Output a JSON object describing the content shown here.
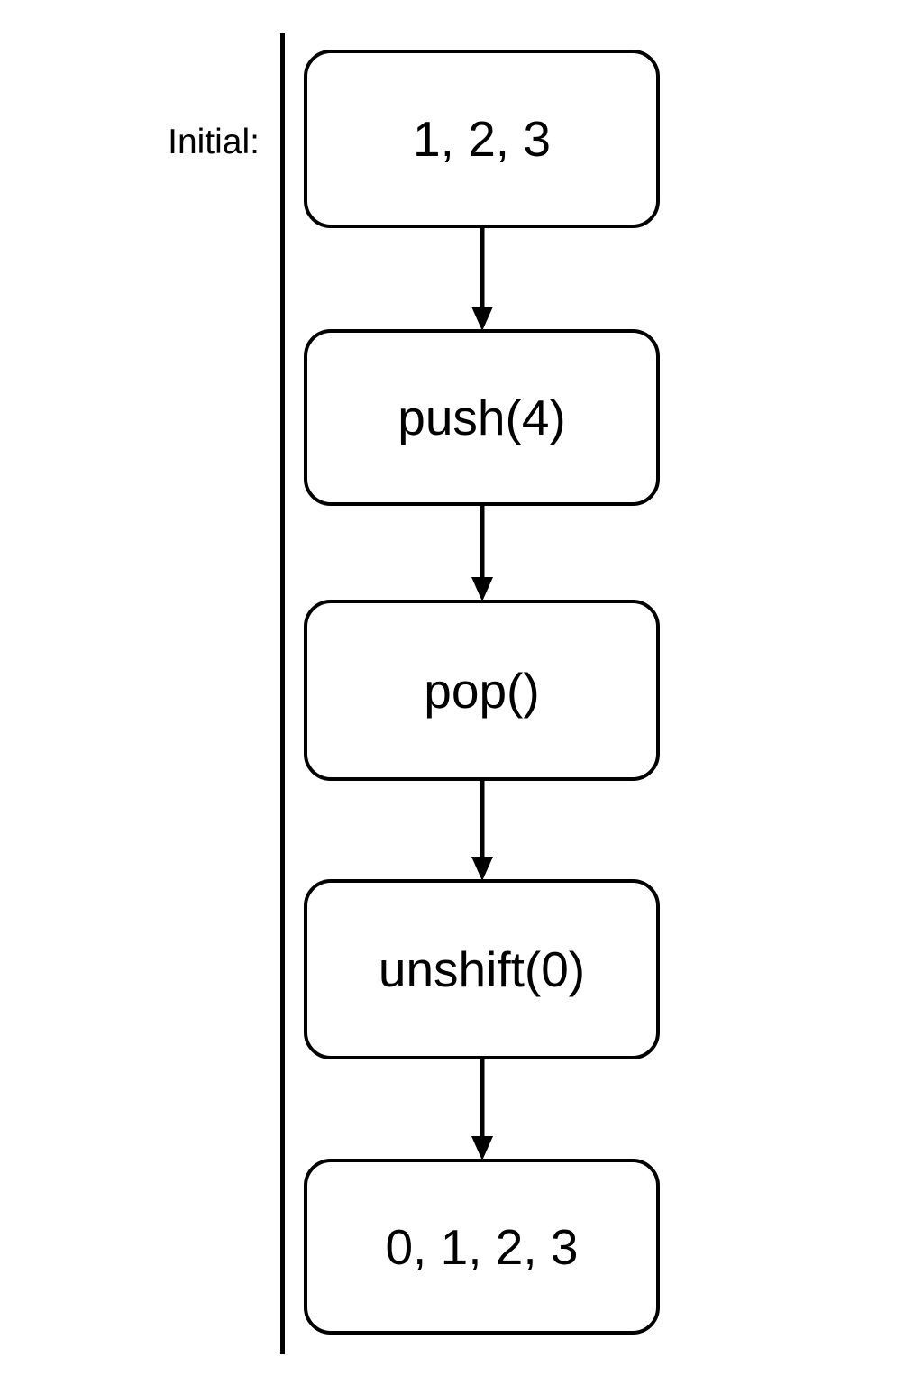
{
  "diagram": {
    "type": "flowchart",
    "orientation": "vertical",
    "lane": {
      "label": "Initial:",
      "divider": "vertical-rule"
    },
    "nodes": [
      {
        "id": "state-initial",
        "label": "1, 2, 3",
        "shape": "rounded-rectangle"
      },
      {
        "id": "op-push",
        "label": "push(4)",
        "shape": "rounded-rectangle"
      },
      {
        "id": "op-pop",
        "label": "pop()",
        "shape": "rounded-rectangle"
      },
      {
        "id": "op-unshift",
        "label": "unshift(0)",
        "shape": "rounded-rectangle"
      },
      {
        "id": "state-final",
        "label": "0, 1, 2, 3",
        "shape": "rounded-rectangle"
      }
    ],
    "edges": [
      {
        "from": "state-initial",
        "to": "op-push",
        "style": "arrow-down"
      },
      {
        "from": "op-push",
        "to": "op-pop",
        "style": "arrow-down"
      },
      {
        "from": "op-pop",
        "to": "op-unshift",
        "style": "arrow-down"
      },
      {
        "from": "op-unshift",
        "to": "state-final",
        "style": "arrow-down"
      }
    ],
    "colors": {
      "stroke": "#000000",
      "fill": "#ffffff",
      "text": "#000000"
    }
  }
}
